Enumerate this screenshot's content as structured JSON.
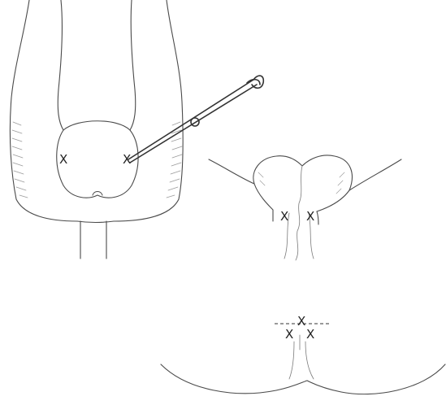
{
  "figure": {
    "panels": [
      {
        "id": "panel-top-left",
        "marks": [
          "X",
          "X"
        ]
      },
      {
        "id": "panel-top-right",
        "marks": [
          "X",
          "X"
        ]
      },
      {
        "id": "panel-bottom",
        "marks": [
          "X",
          "X",
          "X"
        ]
      }
    ]
  },
  "colors": {
    "line": "#4a4a4a",
    "hatch": "#9a9a9a",
    "background": "#ffffff"
  }
}
